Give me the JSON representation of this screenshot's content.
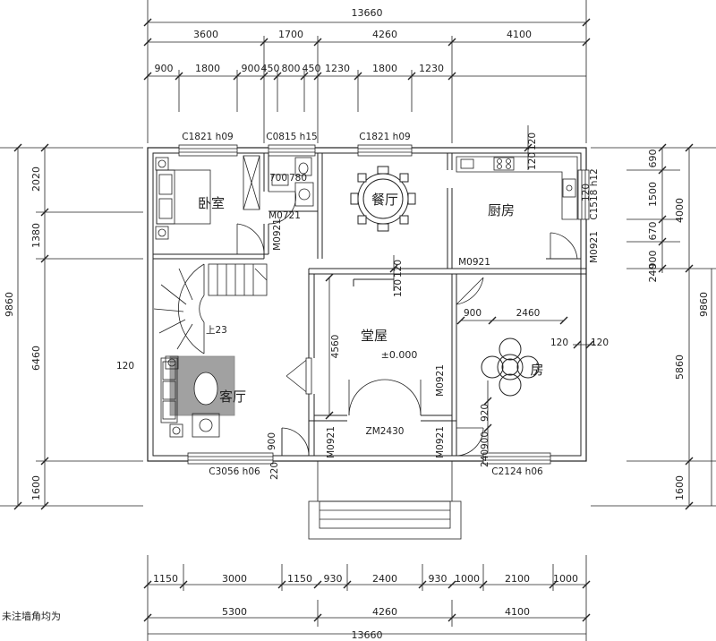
{
  "plan": {
    "dims": {
      "top_total": "13660",
      "top_row1": [
        "3600",
        "1700",
        "4260",
        "4100"
      ],
      "top_row2": [
        "900",
        "1800",
        "900",
        "450",
        "800",
        "450",
        "1230",
        "1800",
        "1230"
      ],
      "bottom_row1": [
        "1150",
        "3000",
        "1150",
        "930",
        "2400",
        "930",
        "1000",
        "2100",
        "1000"
      ],
      "bottom_row2": [
        "5300",
        "4260",
        "4100"
      ],
      "bottom_total": "13660",
      "left_total": "9860",
      "left_parts": [
        "2020",
        "1380",
        "6460",
        "1600"
      ],
      "right_total": "9860",
      "right_parts": [
        "690",
        "1500",
        "670",
        "900",
        "240",
        "4000",
        "5860",
        "1600"
      ],
      "inner": [
        "120",
        "120",
        "120",
        "120",
        "120",
        "120",
        "120",
        "120",
        "900",
        "2460",
        "4560",
        "900",
        "220",
        "920",
        "900",
        "240",
        "700",
        "780"
      ]
    },
    "openings": {
      "c1821a": "C1821 h09",
      "c0815": "C0815 h15",
      "c1821b": "C1821 h09",
      "c1518": "C1518 h12",
      "m0721": "M0721",
      "m0921_a": "M0921",
      "m0921_b": "M0921",
      "m0921_c": "M0921",
      "m0921_d": "M0921",
      "m0921_e": "M0921",
      "m0921_f": "M0921",
      "zm2430": "ZM2430",
      "c3056": "C3056 h06",
      "c2124": "C2124 h06"
    },
    "rooms": {
      "bedroom1": "卧室",
      "dining": "餐厅",
      "kitchen": "厨房",
      "hall": "堂屋",
      "living": "客厅",
      "bedroom2": "房"
    },
    "elevation": "±0.000",
    "stair_label": "上23",
    "note": "未注墙角均为"
  }
}
